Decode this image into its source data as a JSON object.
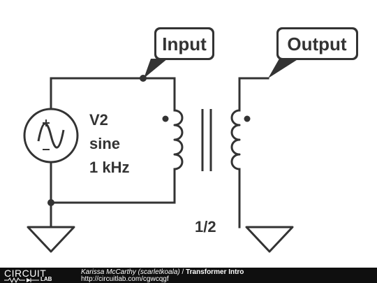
{
  "tags": {
    "input": "Input",
    "output": "Output"
  },
  "source": {
    "name": "V2",
    "type": "sine",
    "frequency": "1 kHz"
  },
  "transformer": {
    "ratio": "1/2"
  },
  "footer": {
    "logo_top": "CIRCUIT",
    "logo_bottom": "LAB",
    "author": "Karissa McCarthy (scarletkoala)",
    "separator": " / ",
    "title": "Transformer Intro",
    "url": "http://circuitlab.com/cgwcqgf"
  }
}
